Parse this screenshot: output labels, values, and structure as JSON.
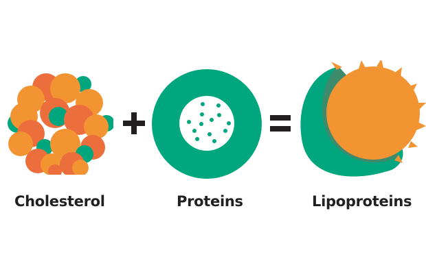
{
  "diagram": {
    "equation": "Cholesterol + Proteins = Lipoproteins",
    "items": [
      {
        "label": "Cholesterol",
        "icon": "cholesterol-cluster-icon"
      },
      {
        "label": "Proteins",
        "icon": "protein-ring-icon"
      },
      {
        "label": "Lipoproteins",
        "icon": "lipoprotein-sphere-icon"
      }
    ],
    "operators": [
      {
        "symbol": "+",
        "icon": "plus-icon"
      },
      {
        "symbol": "=",
        "icon": "equals-icon"
      }
    ]
  },
  "colors": {
    "green": "#00a67e",
    "dark_green": "#3e8a6c",
    "orange": "#f39433",
    "red_orange": "#ec6e3c",
    "text": "#231f20",
    "background": "#ffffff"
  }
}
